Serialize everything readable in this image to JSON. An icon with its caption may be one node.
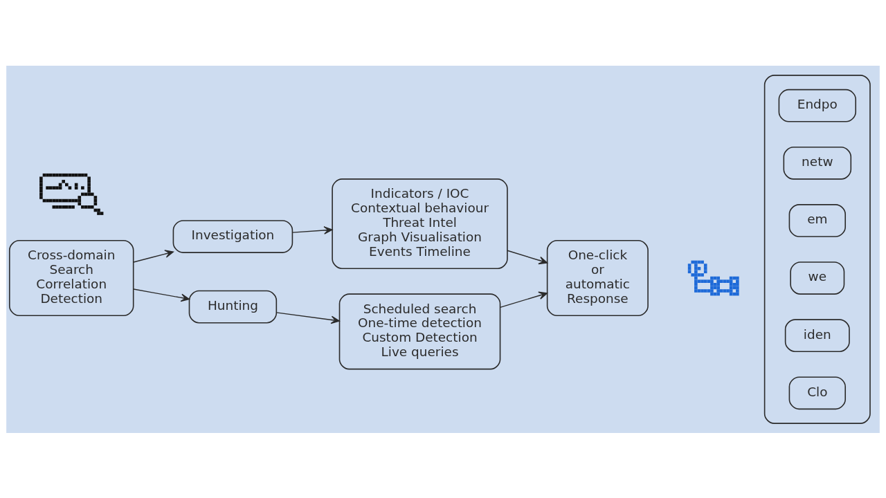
{
  "diagram": {
    "nodes": [
      {
        "text": [],
        "shape": "picture"
      },
      {
        "text": [
          "Cross-domain Search Correlation Detection"
        ]
      },
      {
        "text": [
          "Investigation"
        ]
      },
      {
        "text": [
          "Hunting"
        ]
      },
      {
        "text": [
          "Indicators / IOC",
          "Contextual behaviour",
          "Threat Intel",
          "Graph Visualisation",
          "Events Timeline"
        ]
      },
      {
        "text": [
          "Scheduled search",
          "One-time detection",
          "Custom Detection",
          "Live queries"
        ]
      },
      {
        "text": [
          "One-click or automatic Response"
        ]
      },
      {
        "text": [],
        "shape": "picture"
      },
      {
        "text": [],
        "shape": "box"
      },
      {
        "text": [
          "Endpo"
        ],
        "in": 8
      },
      {
        "text": [
          "netw"
        ],
        "in": 8
      },
      {
        "text": [
          "em"
        ],
        "in": 8
      },
      {
        "text": [
          "we"
        ],
        "in": 8
      },
      {
        "text": [
          "iden"
        ],
        "in": 8
      },
      {
        "text": [
          "Clo"
        ],
        "in": 8
      }
    ],
    "edges": [
      {
        "from": 1,
        "to": 2,
        "arrow": "to"
      },
      {
        "from": 1,
        "to": 3,
        "arrow": "to"
      },
      {
        "from": 2,
        "to": 4,
        "arrow": "to"
      },
      {
        "from": 3,
        "to": 5,
        "arrow": "to"
      },
      {
        "from": 4,
        "to": 6,
        "arrow": "to"
      },
      {
        "from": 5,
        "to": 6,
        "arrow": "to"
      }
    ]
  }
}
